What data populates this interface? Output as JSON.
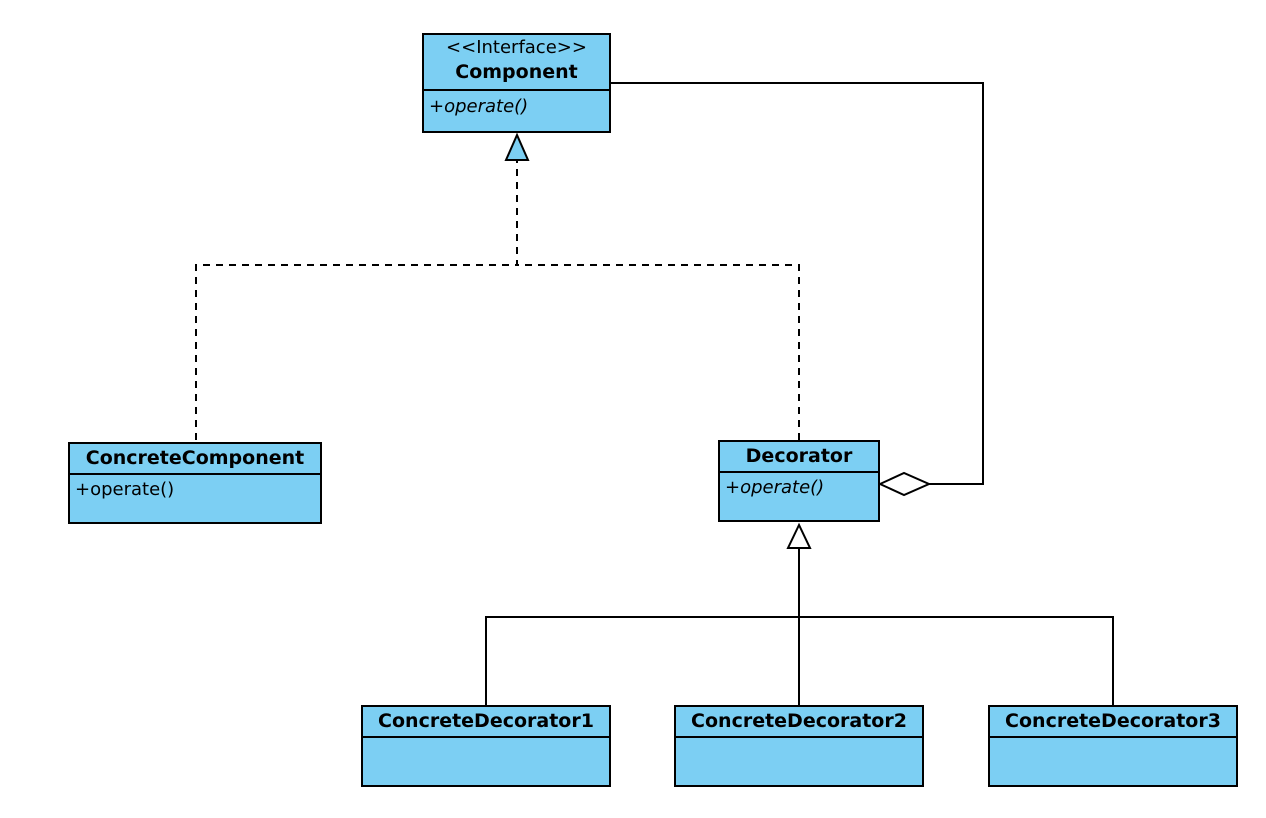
{
  "diagram": {
    "colors": {
      "class_fill": "#7ccff3",
      "stroke": "#000000"
    },
    "classes": {
      "component": {
        "stereotype": "<<Interface>>",
        "name": "Component",
        "operation": "+operate()"
      },
      "concrete_component": {
        "name": "ConcreteComponent",
        "operation": "+operate()"
      },
      "decorator": {
        "name": "Decorator",
        "operation": "+operate()"
      },
      "concrete_decorator1": {
        "name": "ConcreteDecorator1"
      },
      "concrete_decorator2": {
        "name": "ConcreteDecorator2"
      },
      "concrete_decorator3": {
        "name": "ConcreteDecorator3"
      }
    }
  }
}
